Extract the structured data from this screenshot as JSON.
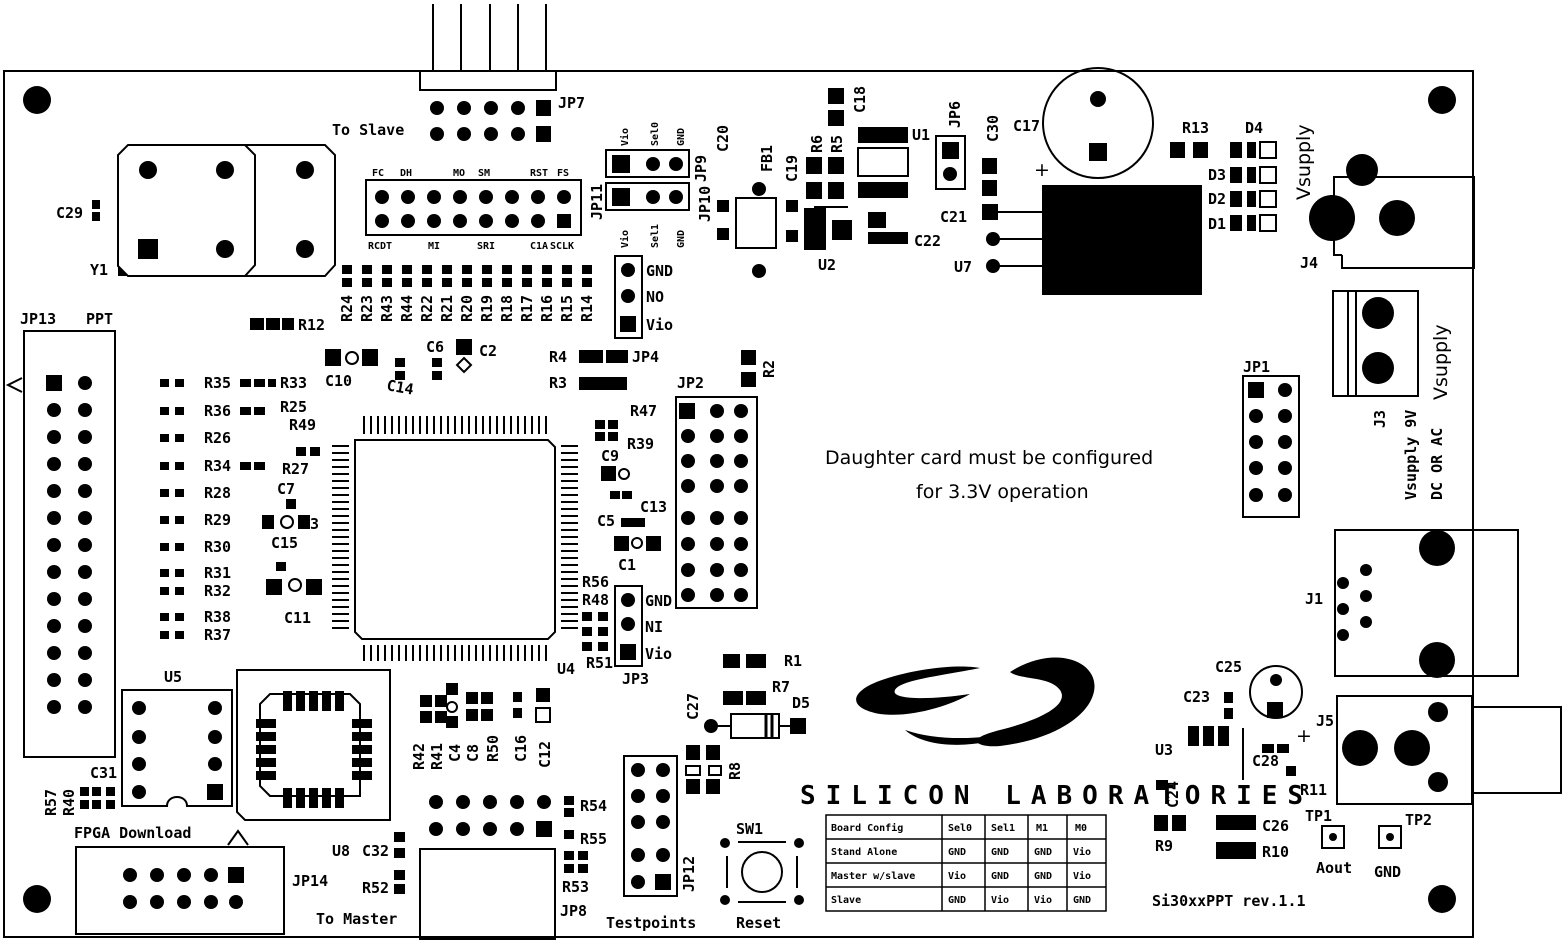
{
  "board": {
    "name": "Si30xxPPT rev.1.1",
    "note_line1": "Daughter card must be configured",
    "note_line2": "for 3.3V operation",
    "brand": "SILICON LABORATORIES"
  },
  "labels": {
    "to_slave": "To Slave",
    "to_master": "To Master",
    "fpga_download": "FPGA Download",
    "testpoints": "Testpoints",
    "reset": "Reset",
    "aout": "Aout",
    "gnd": "GND",
    "vsupply": "Vsupply",
    "vsupply_9v": "Vsupply 9V",
    "dc_or_ac": "DC OR AC",
    "plus": "+"
  },
  "designators": {
    "jp7": "JP7",
    "jp13": "JP13",
    "ppt": "PPT",
    "jp14": "JP14",
    "jp8": "JP8",
    "jp12": "JP12",
    "jp2": "JP2",
    "jp3": "JP3",
    "jp4": "JP4",
    "jp1": "JP1",
    "jp6": "JP6",
    "jp9": "JP9",
    "jp10": "JP10",
    "jp11": "JP11",
    "j1": "J1",
    "j3": "J3",
    "j4": "J4",
    "j5": "J5",
    "u1": "U1",
    "u2": "U2",
    "u3": "U3",
    "u4": "U4",
    "u5": "U5",
    "u7": "U7",
    "u8": "U8",
    "y1": "Y1",
    "sw1": "SW1",
    "fb1": "FB1",
    "tp1": "TP1",
    "tp2": "TP2",
    "d1": "D1",
    "d2": "D2",
    "d3": "D3",
    "d4": "D4",
    "d5": "D5",
    "c1": "C1",
    "c2": "C2",
    "c3": "C3",
    "c4": "C4",
    "c5": "C5",
    "c6": "C6",
    "c7": "C7",
    "c8": "C8",
    "c9": "C9",
    "c10": "C10",
    "c11": "C11",
    "c12": "C12",
    "c13": "C13",
    "c14": "C14",
    "c15": "C15",
    "c16": "C16",
    "c17": "C17",
    "c18": "C18",
    "c19": "C19",
    "c20": "C20",
    "c21": "C21",
    "c22": "C22",
    "c23": "C23",
    "c24": "C24",
    "c25": "C25",
    "c26": "C26",
    "c27": "C27",
    "c28": "C28",
    "c29": "C29",
    "c30": "C30",
    "c31": "C31",
    "c32": "C32",
    "r1": "R1",
    "r2": "R2",
    "r3": "R3",
    "r4": "R4",
    "r5": "R5",
    "r6": "R6",
    "r7": "R7",
    "r8": "R8",
    "r9": "R9",
    "r10": "R10",
    "r11": "R11",
    "r12": "R12",
    "r13": "R13",
    "r14": "R14",
    "r15": "R15",
    "r16": "R16",
    "r17": "R17",
    "r18": "R18",
    "r19": "R19",
    "r20": "R20",
    "r21": "R21",
    "r22": "R22",
    "r23": "R23",
    "r24": "R24",
    "r25": "R25",
    "r26": "R26",
    "r27": "R27",
    "r28": "R28",
    "r29": "R29",
    "r30": "R30",
    "r31": "R31",
    "r32": "R32",
    "r33": "R33",
    "r34": "R34",
    "r35": "R35",
    "r36": "R36",
    "r37": "R37",
    "r38": "R38",
    "r39": "R39",
    "r40": "R40",
    "r41": "R41",
    "r42": "R42",
    "r43": "R43",
    "r44": "R44",
    "r47": "R47",
    "r48": "R48",
    "r49": "R49",
    "r50": "R50",
    "r51": "R51",
    "r52": "R52",
    "r53": "R53",
    "r54": "R54",
    "r55": "R55",
    "r56": "R56",
    "r57": "R57"
  },
  "pins": {
    "jp4": [
      "GND",
      "NO",
      "Vio"
    ],
    "jp3": [
      "GND",
      "NI",
      "Vio"
    ],
    "jp9": [
      "Vio",
      "Sel0",
      "GND"
    ],
    "jp11": [
      "Vio",
      "Sel1",
      "GND"
    ],
    "header_top": [
      "FC",
      "DH",
      "MO",
      "SM",
      "RST",
      "FS"
    ],
    "header_bottom": [
      "RCDT",
      "MI",
      "SRI",
      "C1A",
      "SCLK"
    ]
  },
  "config_table": {
    "headers": [
      "Board Config",
      "Sel0",
      "Sel1",
      "M1",
      "M0"
    ],
    "rows": [
      [
        "Stand Alone",
        "GND",
        "GND",
        "GND",
        "Vio"
      ],
      [
        "Master w/slave",
        "Vio",
        "GND",
        "GND",
        "Vio"
      ],
      [
        "Slave",
        "GND",
        "Vio",
        "Vio",
        "GND"
      ]
    ]
  }
}
